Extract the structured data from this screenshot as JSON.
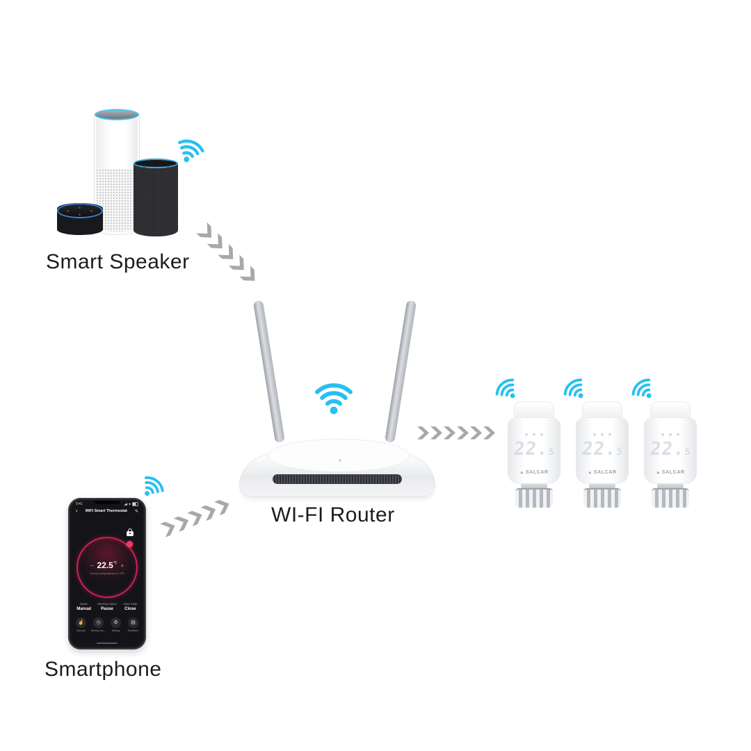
{
  "scene": {
    "background": "#ffffff",
    "wifi_color": "#27c0f0",
    "arrow_color": "#a8a8a8",
    "accent_red": "#cf2153"
  },
  "devices": {
    "speaker": {
      "label": "Smart Speaker"
    },
    "router": {
      "label": "WI-FI Router"
    },
    "smartphone": {
      "label": "Smartphone"
    },
    "valves": {
      "count": 3,
      "display_main": "22.",
      "display_decimal": "5",
      "brand_icon": "▲",
      "brand": "SALCAR"
    }
  },
  "phone_app": {
    "status_time": "9:41",
    "back_icon": "‹",
    "title": "WiFi Smart Thermostat",
    "edit_icon": "✎",
    "minus": "−",
    "target_temp": "22.5",
    "temp_unit": "℃",
    "plus": "+",
    "current_temp": "Current temperature 21.6℃",
    "stats": [
      {
        "label": "Mode",
        "value": "Manual"
      },
      {
        "label": "Working status",
        "value": "Pause"
      },
      {
        "label": "Valve state",
        "value": "Close"
      }
    ],
    "buttons": [
      {
        "icon": "☝",
        "label": "Manual"
      },
      {
        "icon": "◷",
        "label": "Weekly pro..."
      },
      {
        "icon": "⚙",
        "label": "Setting"
      },
      {
        "icon": "▤",
        "label": "Statistics"
      }
    ]
  }
}
